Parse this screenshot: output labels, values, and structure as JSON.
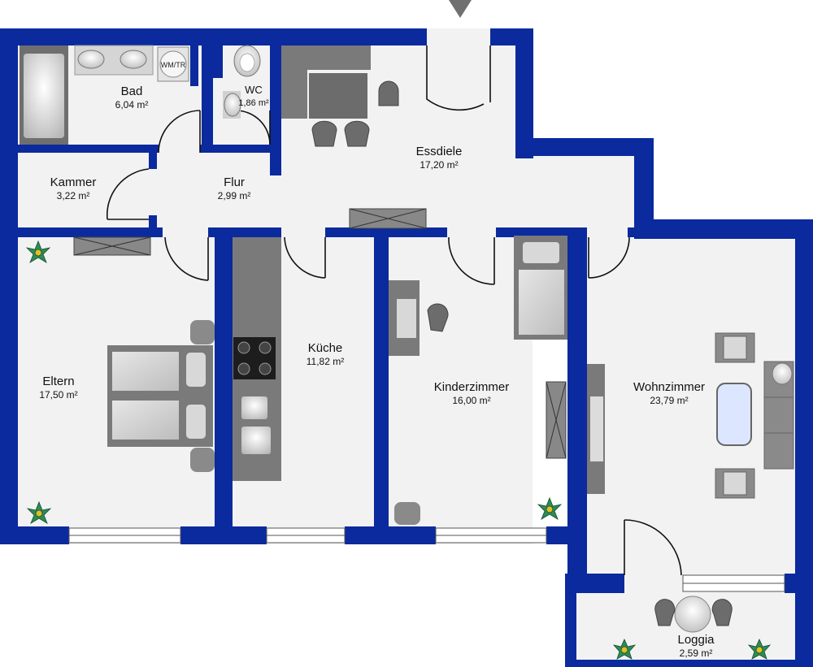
{
  "colors": {
    "wall": "#0a2a9e",
    "floor": "#f2f2f2",
    "furniture": "#7a7a7a",
    "furniture_light": "#c9c9c9",
    "plant": "#2e8b57",
    "table_glass": "#dde6ff"
  },
  "entrance": {
    "icon": "triangle-down-icon"
  },
  "rooms": [
    {
      "key": "bad",
      "name": "Bad",
      "area": "6,04 m²"
    },
    {
      "key": "wc",
      "name": "WC",
      "area": "1,86 m²"
    },
    {
      "key": "essdiele",
      "name": "Essdiele",
      "area": "17,20 m²"
    },
    {
      "key": "kammer",
      "name": "Kammer",
      "area": "3,22 m²"
    },
    {
      "key": "flur",
      "name": "Flur",
      "area": "2,99 m²"
    },
    {
      "key": "kueche",
      "name": "Küche",
      "area": "11,82 m²"
    },
    {
      "key": "eltern",
      "name": "Eltern",
      "area": "17,50 m²"
    },
    {
      "key": "kinderzimmer",
      "name": "Kinderzimmer",
      "area": "16,00 m²"
    },
    {
      "key": "wohnzimmer",
      "name": "Wohnzimmer",
      "area": "23,79 m²"
    },
    {
      "key": "loggia",
      "name": "Loggia",
      "area": "2,59 m²"
    }
  ],
  "appliances": {
    "washer_dryer": "WM/TR"
  }
}
